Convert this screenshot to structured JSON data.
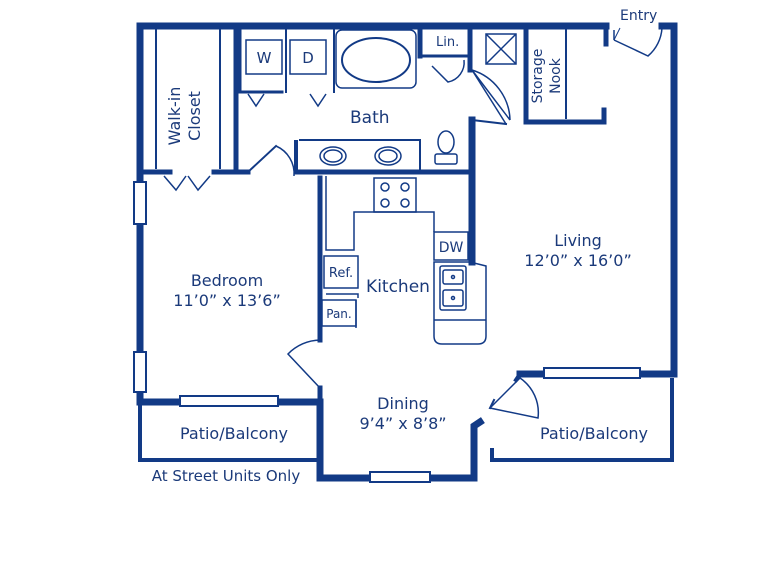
{
  "colors": {
    "wall": "#123a86",
    "text": "#1b3a7a",
    "background": "#ffffff"
  },
  "rooms": {
    "walk_in_closet": {
      "line1": "Walk-in",
      "line2": "Closet"
    },
    "bath": "Bath",
    "linen": "Lin.",
    "storage": {
      "line1": "Storage",
      "line2": "Nook"
    },
    "entry": "Entry",
    "bedroom": {
      "name": "Bedroom",
      "size": "11’0” x 13’6”"
    },
    "living": {
      "name": "Living",
      "size": "12’0” x 16’0”"
    },
    "kitchen": "Kitchen",
    "dining": {
      "name": "Dining",
      "size": "9’4” x 8’8”"
    },
    "patio_left": "Patio/Balcony",
    "patio_right": "Patio/Balcony",
    "street_note": "At Street Units Only"
  },
  "fixtures": {
    "washer": "W",
    "dryer": "D",
    "dishwasher": "DW",
    "refrigerator": "Ref.",
    "pantry": "Pan."
  }
}
